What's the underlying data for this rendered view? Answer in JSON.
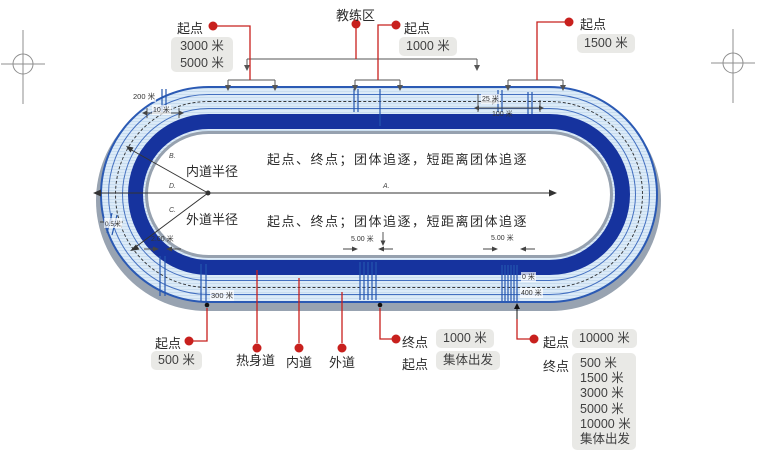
{
  "colors": {
    "red": "#c8201d",
    "track_dark_blue": "#16339e",
    "lane_light_blue": "#dcebf8",
    "label_box_bg": "#e9e9e6"
  },
  "top": {
    "start_long": {
      "label": "起点",
      "line1": "3000 米",
      "line2": "5000 米"
    },
    "coach": {
      "label": "教练区"
    },
    "start_1000": {
      "label": "起点",
      "value": "1000 米"
    },
    "start_1500": {
      "label": "起点",
      "value": "1500 米"
    }
  },
  "infield": {
    "marker_b": "B.",
    "marker_d": "D.",
    "marker_c": "C.",
    "marker_a": "A.",
    "inner_radius": "内道半径",
    "outer_radius": "外道半径",
    "note_upper": "起点、终点；团体追逐，短距离团体追逐",
    "note_lower": "起点、终点；团体追逐，短距离团体追逐",
    "dim_2m": "2.00 米",
    "dim_5m_left": "5.00 米",
    "dim_5m_right": "5.00 米"
  },
  "track_marks": {
    "m200": "200 米",
    "m10": "10 米",
    "m25": "25 米",
    "m100": "100 米",
    "m05": "0.5米",
    "m300": "300 米",
    "m0": "0 米",
    "m400": "400 米"
  },
  "bottom": {
    "start_500": {
      "label": "起点",
      "value": "500 米"
    },
    "warmup_lane": "热身道",
    "inner_lane": "内道",
    "outer_lane": "外道",
    "finish_1000": {
      "label": "终点",
      "value": "1000 米"
    },
    "start_mass": {
      "label": "起点",
      "value": "集体出发"
    },
    "start_10000": {
      "label": "起点",
      "value": "10000 米"
    },
    "finish_multi": {
      "label": "终点",
      "values": [
        "500 米",
        "1500 米",
        "3000 米",
        "5000 米",
        "10000 米",
        "集体出发"
      ]
    }
  }
}
